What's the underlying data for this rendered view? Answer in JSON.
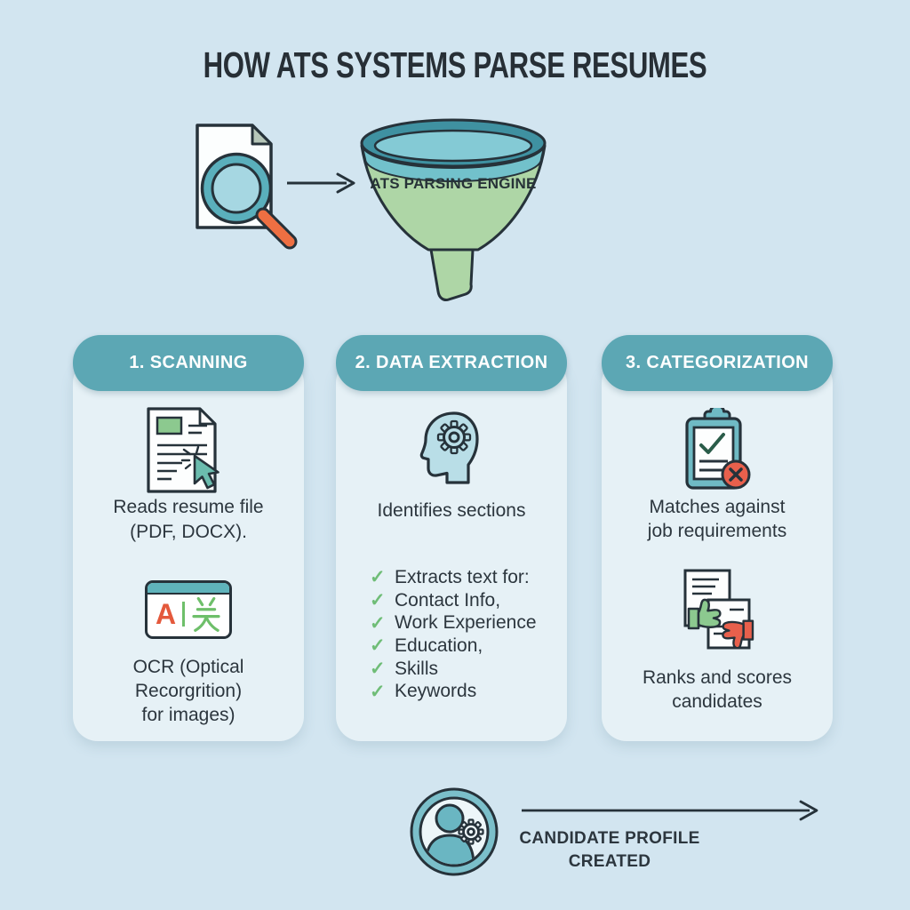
{
  "title": "HOW ATS SYSTEMS PARSE RESUMES",
  "flow": {
    "funnel_label": "ATS PARSING ENGINE"
  },
  "cards": [
    {
      "header": "1. SCANNING",
      "caption_a": [
        "Reads resume file",
        "(PDF, DOCX)."
      ],
      "caption_b": [
        "OCR (Optical",
        "Recorgrition)",
        "for images)"
      ]
    },
    {
      "header": "2. DATA EXTRACTION",
      "caption_a": [
        "Identifies sections"
      ],
      "checklist": [
        "Extracts text for:",
        "Contact Info,",
        "Work Experience",
        "Education,",
        "Skills",
        "Keywords"
      ]
    },
    {
      "header": "3. CATEGORIZATION",
      "caption_a": [
        "Matches against",
        "job requirements"
      ],
      "caption_b": [
        "Ranks and scores",
        "candidates"
      ]
    }
  ],
  "footer": {
    "label": [
      "CANDIDATE PROFILE",
      "CREATED"
    ]
  },
  "icons": {
    "check_glyph": "✓",
    "ocr_latin": "A",
    "ocr_cjk": "关"
  },
  "colors": {
    "background": "#d2e5f0",
    "card_body": "#e6f1f6",
    "header_teal": "#5ca7b4",
    "funnel_green": "#aed6a6",
    "funnel_rim_dark": "#3f91a1",
    "funnel_rim_light": "#84cad5",
    "accent_orange": "#ee6f42",
    "accent_red": "#e8604c",
    "accent_green": "#8cc98f",
    "check_green": "#6fbd77",
    "icon_teal": "#6fbac4",
    "cursor_teal": "#6bbcae",
    "text_dark": "#2c363e",
    "outline_dark": "#26323a"
  }
}
